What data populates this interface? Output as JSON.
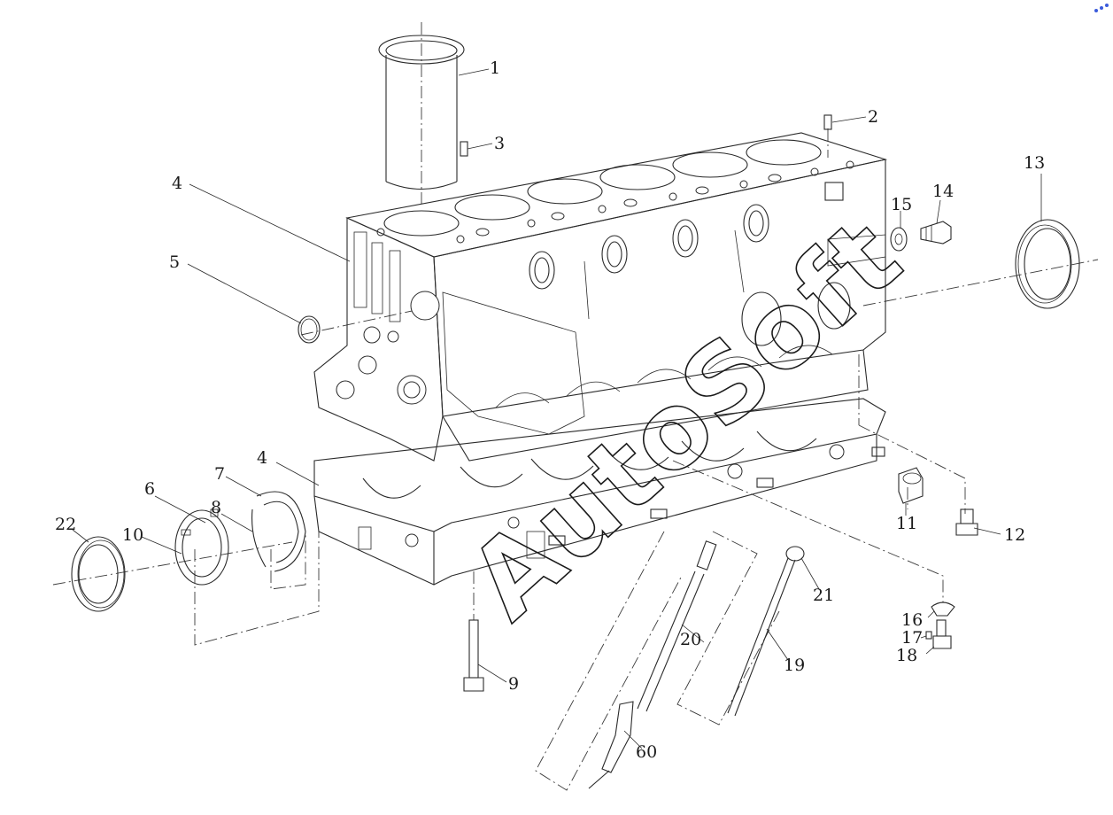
{
  "watermark": {
    "text": "AutoSoft"
  },
  "corner_mark": {
    "color": "#3b5bdb"
  },
  "callouts": [
    {
      "id": "1",
      "text": "1"
    },
    {
      "id": "2",
      "text": "2"
    },
    {
      "id": "3",
      "text": "3"
    },
    {
      "id": "4a",
      "text": "4"
    },
    {
      "id": "4b",
      "text": "4"
    },
    {
      "id": "5",
      "text": "5"
    },
    {
      "id": "6",
      "text": "6"
    },
    {
      "id": "7",
      "text": "7"
    },
    {
      "id": "8",
      "text": "8"
    },
    {
      "id": "9",
      "text": "9"
    },
    {
      "id": "10",
      "text": "10"
    },
    {
      "id": "11",
      "text": "11"
    },
    {
      "id": "12",
      "text": "12"
    },
    {
      "id": "13",
      "text": "13"
    },
    {
      "id": "14",
      "text": "14"
    },
    {
      "id": "15",
      "text": "15"
    },
    {
      "id": "16",
      "text": "16"
    },
    {
      "id": "17",
      "text": "17"
    },
    {
      "id": "18",
      "text": "18"
    },
    {
      "id": "19",
      "text": "19"
    },
    {
      "id": "20",
      "text": "20"
    },
    {
      "id": "21",
      "text": "21"
    },
    {
      "id": "22",
      "text": "22"
    },
    {
      "id": "60",
      "text": "60"
    }
  ]
}
